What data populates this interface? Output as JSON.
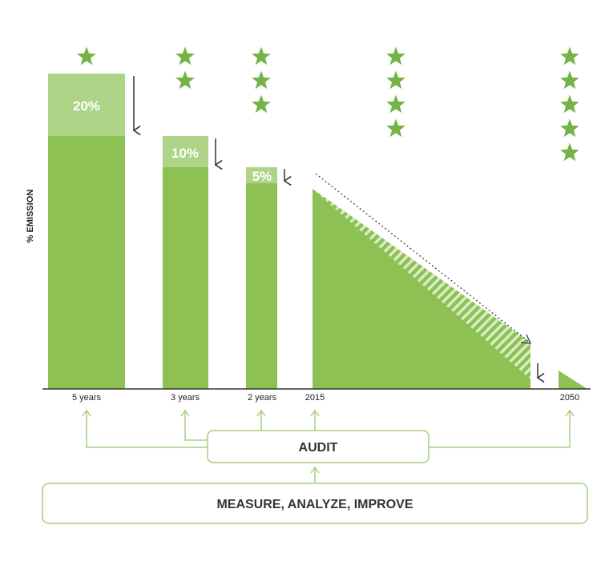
{
  "colors": {
    "bar": "#8dc153",
    "bar_light": "#add487",
    "star": "#72b445",
    "connector": "#a6d07f",
    "arrow_dark": "#333333",
    "axis": "#333333"
  },
  "y_axis_label": "% EMISSION",
  "bars": [
    {
      "tick": "5 years",
      "reduction_label": "20%",
      "reduction_pct": 20,
      "stars": 1
    },
    {
      "tick": "3 years",
      "reduction_label": "10%",
      "reduction_pct": 10,
      "stars": 2
    },
    {
      "tick": "2 years",
      "reduction_label": "5%",
      "reduction_pct": 5,
      "stars": 3
    }
  ],
  "trend": {
    "start_tick": "2015",
    "end_tick": "2050",
    "stars_start": 4,
    "stars_end": 5
  },
  "audit_label": "AUDIT",
  "measure_label": "MEASURE, ANALYZE, IMPROVE"
}
